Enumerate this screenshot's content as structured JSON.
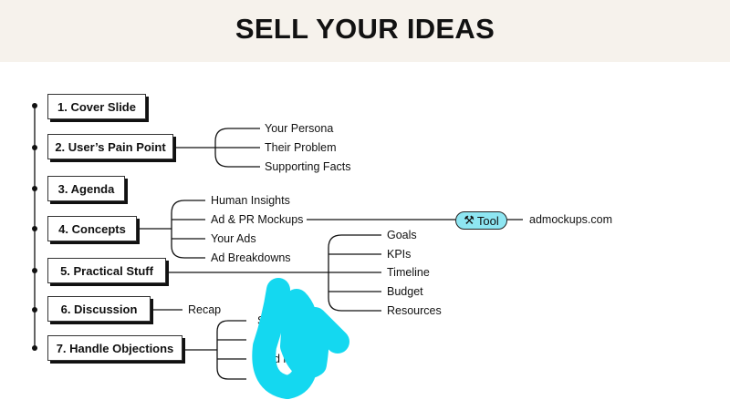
{
  "title": "SELL YOUR IDEAS",
  "steps": [
    {
      "label": "1. Cover Slide"
    },
    {
      "label": "2. User’s Pain Point",
      "children": [
        "Your Persona",
        "Their Problem",
        "Supporting Facts"
      ]
    },
    {
      "label": "3. Agenda"
    },
    {
      "label": "4. Concepts",
      "children": [
        "Human Insights",
        "Ad & PR Mockups",
        "Your Ads",
        "Ad Breakdowns"
      ]
    },
    {
      "label": "5. Practical Stuff",
      "children": [
        "Goals",
        "KPIs",
        "Timeline",
        "Budget",
        "Resources"
      ]
    },
    {
      "label": "6. Discussion",
      "children": [
        "Recap"
      ]
    },
    {
      "label": "7. Handle Objections",
      "children": [
        "S          ys",
        "d        h"
      ]
    }
  ],
  "tool": {
    "label": "Tool",
    "icon": "tools-icon",
    "link": "admockups.com"
  },
  "colors": {
    "header_bg": "#f6f2ec",
    "tool_bg": "#8ee6f2",
    "scribble": "#14d8f0"
  }
}
